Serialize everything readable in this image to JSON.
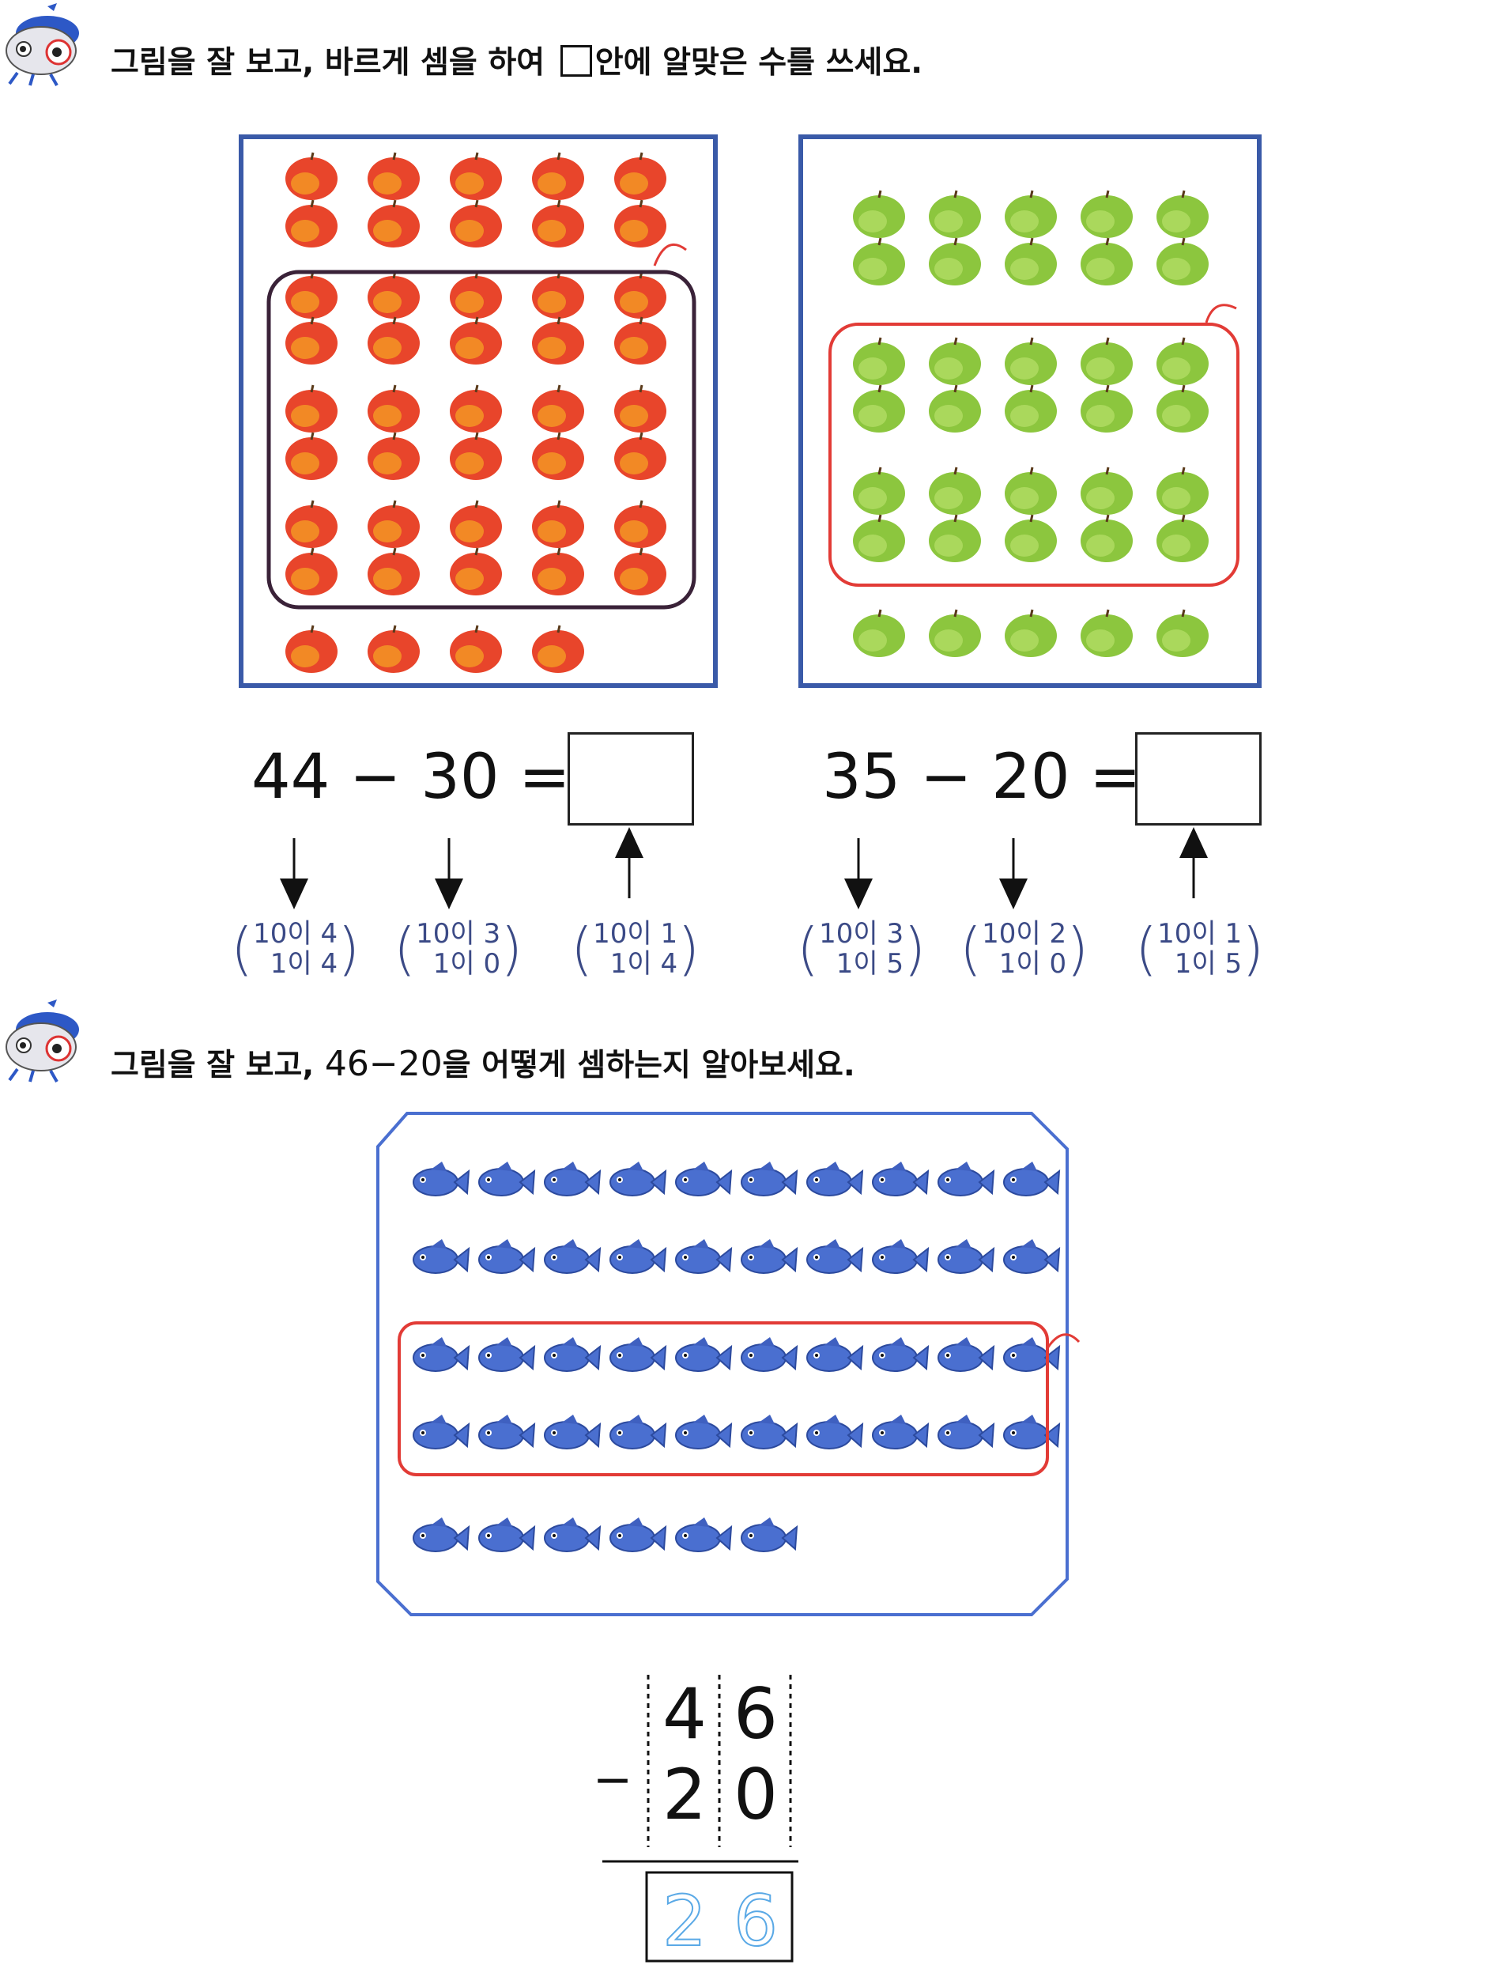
{
  "section1": {
    "instruction_before_box": "그림을 잘 보고, 바르게 셈을 하여 ",
    "instruction_after_box": "안에 알맞은 수를 쓰세요.",
    "panel_left": {
      "fruit": "red-apple",
      "count": 44,
      "circled": 30,
      "color": "#e8452b"
    },
    "panel_right": {
      "fruit": "green-apple",
      "count": 35,
      "circled": 20,
      "color": "#8cc63e"
    },
    "equations": [
      {
        "a": "44",
        "op": "−",
        "b": "30",
        "eq": "=",
        "answer": "",
        "place_values": [
          {
            "tens": "10이 4",
            "ones": "1이 4"
          },
          {
            "tens": "10이 3",
            "ones": "1이 0"
          },
          {
            "tens": "10이 1",
            "ones": "1이 4"
          }
        ]
      },
      {
        "a": "35",
        "op": "−",
        "b": "20",
        "eq": "=",
        "answer": "",
        "place_values": [
          {
            "tens": "10이 3",
            "ones": "1이 5"
          },
          {
            "tens": "10이 2",
            "ones": "1이 0"
          },
          {
            "tens": "10이 1",
            "ones": "1이 5"
          }
        ]
      }
    ]
  },
  "section2": {
    "instruction_before": "그림을 잘 보고, ",
    "expression": "46−20",
    "instruction_after": "을 어떻게 셈하는지 알아보세요.",
    "fish": {
      "count": 46,
      "circled": 20,
      "color": "#4a6fd0"
    },
    "vertical": {
      "top": [
        "4",
        "6"
      ],
      "minus": "−",
      "bottom": [
        "2",
        "0"
      ],
      "answer": [
        "2",
        "6"
      ],
      "answer_color": "#5aa9e6"
    }
  },
  "icons": {
    "mascot": "mascot-icon"
  },
  "colors": {
    "panel_border": "#3a5aa8",
    "red_circle": "#e23b36",
    "dark_circle": "#3a2238",
    "place_text": "#3b4a86"
  }
}
